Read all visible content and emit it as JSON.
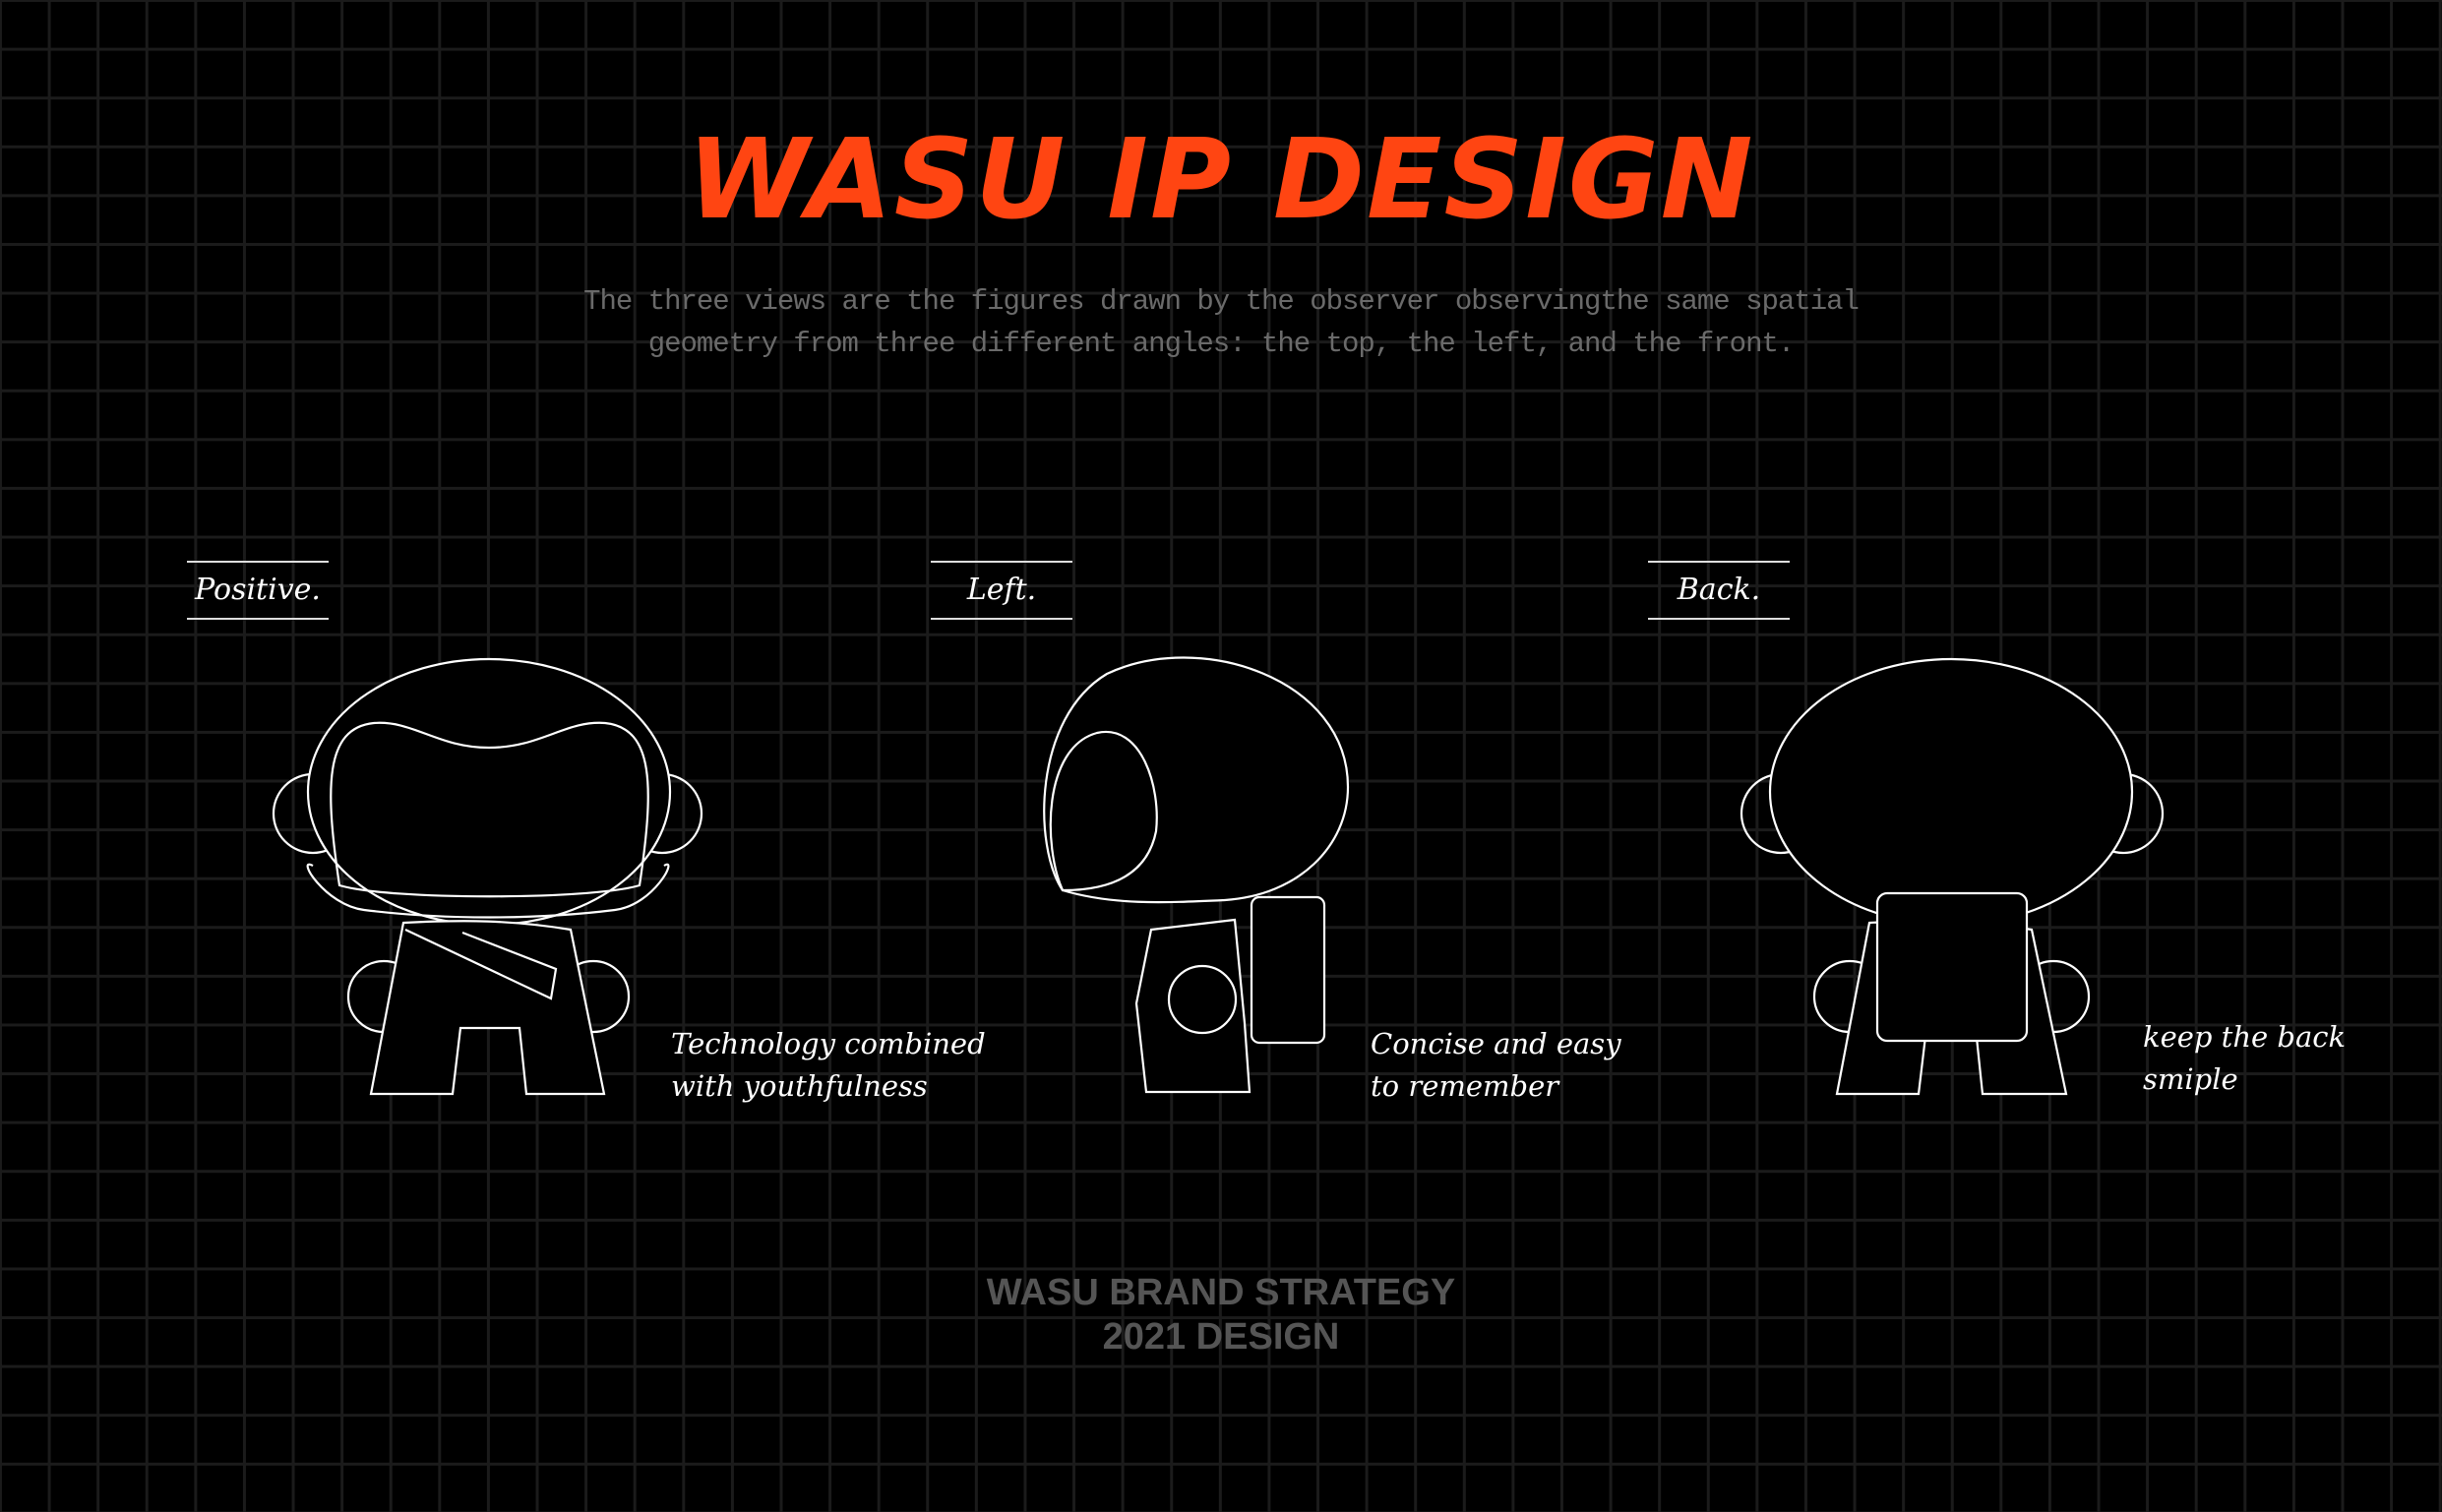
{
  "title": "WASU IP DESIGN",
  "subtitle": [
    "The three views are the figures drawn by the observer observingthe same spatial",
    "geometry from three different angles: the top, the left, and the front."
  ],
  "views": [
    {
      "label": "Positive.",
      "caption": [
        "Technology combined",
        "with youthfulness"
      ]
    },
    {
      "label": "Left.",
      "caption": [
        "Concise and easy",
        "to remember"
      ]
    },
    {
      "label": "Back.",
      "caption": [
        "keep the back",
        "smiple"
      ]
    }
  ],
  "footer": [
    "WASU BRAND STRATEGY",
    "2021 DESIGN"
  ],
  "colors": {
    "accent": "#ff4512",
    "background": "#000000",
    "grid": "#1b1b1b"
  }
}
